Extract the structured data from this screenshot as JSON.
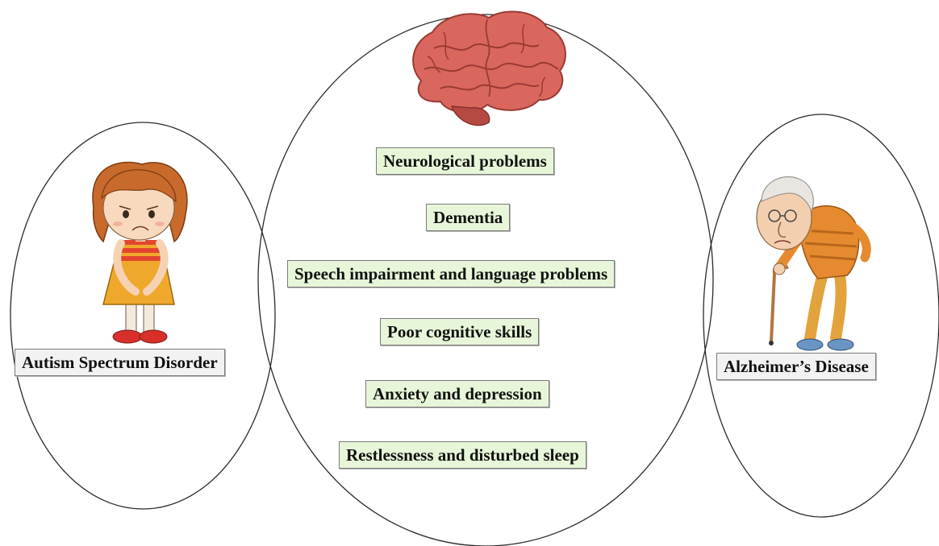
{
  "diagram": {
    "shared": [
      "Neurological problems",
      "Dementia",
      "Speech impairment and language problems",
      "Poor cognitive skills",
      "Anxiety and depression",
      "Restlessness and disturbed sleep"
    ],
    "left": "Autism Spectrum Disorder",
    "right": "Alzheimer’s Disease"
  },
  "colors": {
    "center_label_bg": "#e7f6d8",
    "side_label_bg": "#f2f2f2",
    "outline": "#2a2a2a",
    "brain": "#d9675d",
    "girl_dress": "#f0a82c",
    "girl_hair": "#c86a2c",
    "man_sweater": "#e58a2e"
  },
  "icons": {
    "center": "brain-icon",
    "left": "sad-girl-illustration",
    "right": "elderly-man-with-cane-illustration"
  }
}
